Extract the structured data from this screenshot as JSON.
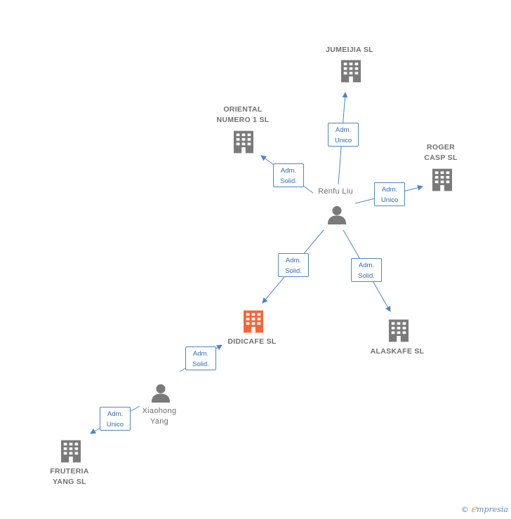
{
  "colors": {
    "building": "#7a7a7a",
    "focus_building": "#f4653a",
    "person": "#7a7a7a",
    "edge": "#4a86c8",
    "text": "#6f6f6f"
  },
  "nodes": [
    {
      "id": "renfu",
      "type": "person",
      "label": "Renfu Liu"
    },
    {
      "id": "xiaohong",
      "type": "person",
      "label": "Xiaohong\nYang"
    },
    {
      "id": "jumeijia",
      "type": "company",
      "label": "JUMEIJIA SL"
    },
    {
      "id": "oriental",
      "type": "company",
      "label": "ORIENTAL\nNUMERO 1  SL"
    },
    {
      "id": "roger",
      "type": "company",
      "label": "ROGER\nCASP  SL"
    },
    {
      "id": "didicafe",
      "type": "company",
      "label": "DIDICAFE  SL",
      "focus": true
    },
    {
      "id": "alaskafe",
      "type": "company",
      "label": "ALASKAFE  SL"
    },
    {
      "id": "fruteria",
      "type": "company",
      "label": "FRUTERIA\nYANG SL"
    }
  ],
  "edges": [
    {
      "from": "renfu",
      "to": "jumeijia",
      "line1": "Adm.",
      "line2": "Unico"
    },
    {
      "from": "renfu",
      "to": "oriental",
      "line1": "Adm.",
      "line2": "Solid."
    },
    {
      "from": "renfu",
      "to": "roger",
      "line1": "Adm.",
      "line2": "Unico"
    },
    {
      "from": "renfu",
      "to": "didicafe",
      "line1": "Adm.",
      "line2": "Solid."
    },
    {
      "from": "renfu",
      "to": "alaskafe",
      "line1": "Adm.",
      "line2": "Solid."
    },
    {
      "from": "xiaohong",
      "to": "didicafe",
      "line1": "Adm.",
      "line2": "Solid."
    },
    {
      "from": "xiaohong",
      "to": "fruteria",
      "line1": "Adm.",
      "line2": "Unico"
    }
  ],
  "brand": {
    "copyright": "©",
    "name_initial": "ℯ",
    "name_rest": "mpresia"
  }
}
